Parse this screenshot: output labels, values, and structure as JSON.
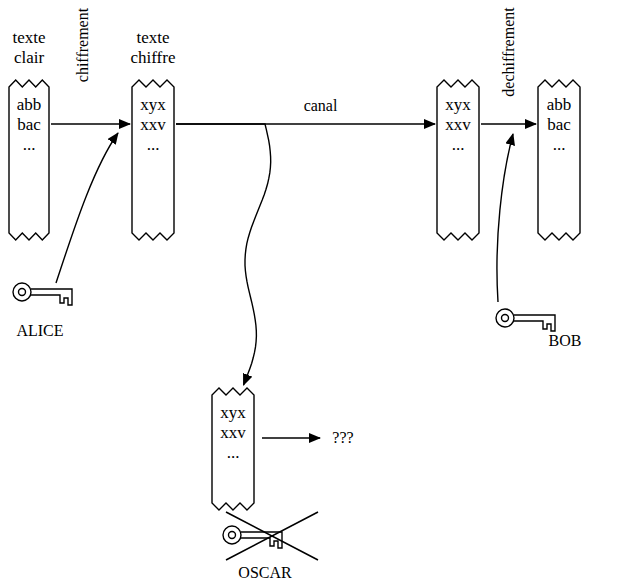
{
  "diagram": {
    "nodes": [
      {
        "text": [
          "texte clair",
          "abb bac ..."
        ]
      },
      {
        "text": [
          "texte chiffre",
          "xyx xxv ..."
        ]
      },
      {
        "text": [
          "xyx xxv ..."
        ]
      },
      {
        "text": [
          "abb bac ..."
        ]
      },
      {
        "text": [
          "xyx xxv ..."
        ]
      }
    ],
    "edges": [
      {
        "from": 0,
        "to": 1,
        "arrow": "to",
        "label": "chiffrement"
      },
      {
        "from": 1,
        "to": 2,
        "arrow": "to",
        "label": "canal"
      },
      {
        "from": 2,
        "to": 3,
        "arrow": "to",
        "label": "dechiffrement"
      },
      {
        "from": 1,
        "to": 4,
        "arrow": "to"
      }
    ],
    "labels": [
      "ALICE",
      "BOB",
      "OSCAR",
      "???"
    ]
  }
}
